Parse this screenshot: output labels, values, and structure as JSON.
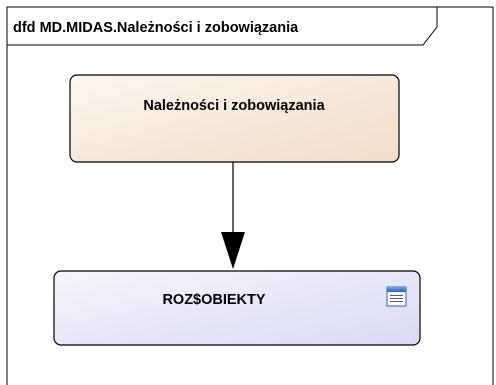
{
  "frame": {
    "title": "dfd MD.MIDAS.Należności i zobowiązania"
  },
  "nodes": {
    "process": {
      "label": "Należności i zobowiązania"
    },
    "datastore": {
      "label": "ROZ$OBIEKTY",
      "icon": "table-icon"
    }
  },
  "colors": {
    "process_fill_top": "#fcf4ec",
    "process_fill_bottom": "#f4dfcc",
    "datastore_fill_top": "#f4f4fd",
    "datastore_fill_bottom": "#dcdcf6",
    "icon_accent": "#3a73c4"
  }
}
